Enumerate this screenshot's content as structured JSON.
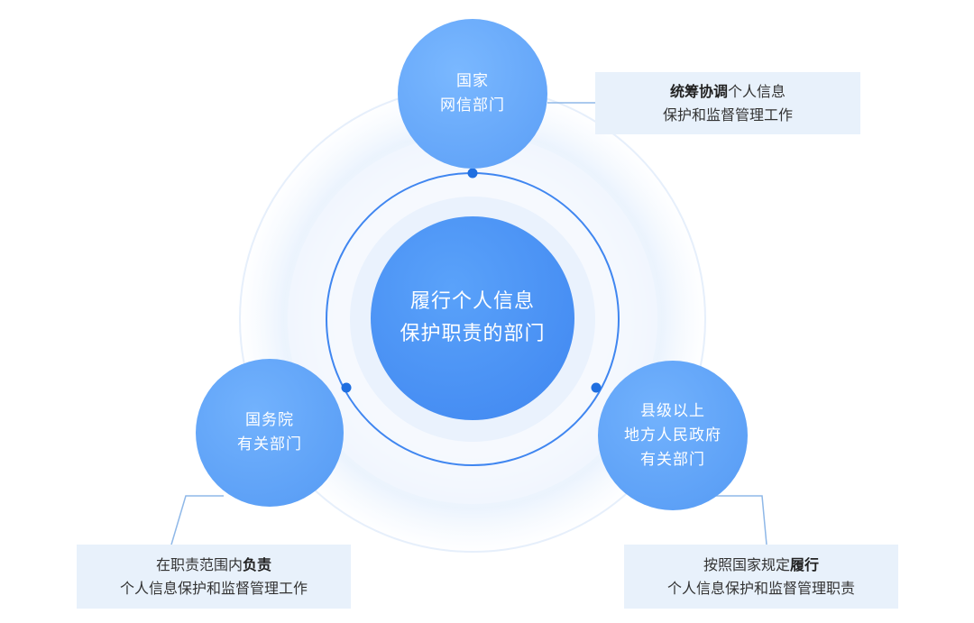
{
  "center": {
    "line1": "履行个人信息",
    "line2": "保护职责的部门"
  },
  "nodes": {
    "top": {
      "line1": "国家",
      "line2": "网信部门"
    },
    "left": {
      "line1": "国务院",
      "line2": "有关部门"
    },
    "right": {
      "line1": "县级以上",
      "line2": "地方人民政府",
      "line3": "有关部门"
    }
  },
  "boxes": {
    "top_right": {
      "bold": "统筹协调",
      "rest1": "个人信息",
      "line2": "保护和监督管理工作"
    },
    "bottom_left": {
      "pre": "在职责范围内",
      "bold": "负责",
      "line2": "个人信息保护和监督管理工作"
    },
    "bottom_right": {
      "pre": "按照国家规定",
      "bold": "履行",
      "line2": "个人信息保护和监督管理职责"
    }
  },
  "colors": {
    "primary": "#4a8ff2",
    "satellite": "#5b9ef6",
    "ring": "#3f86f0",
    "dot": "#1f6fe0",
    "box_bg": "#e8f1fb",
    "connector": "#8fb8e8"
  }
}
